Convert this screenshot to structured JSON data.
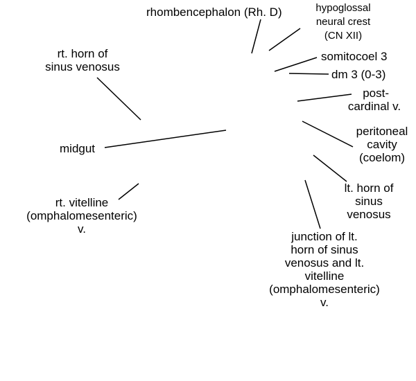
{
  "diagram": {
    "line_color": "#000000",
    "labels": {
      "rhombencephalon": [
        "rhombencephalon (Rh. D)"
      ],
      "hypoglossal": [
        "hypoglossal",
        "neural crest",
        "(CN XII)"
      ],
      "somitocoel": [
        "somitocoel 3"
      ],
      "dm3": [
        "dm 3 (0-3)"
      ],
      "postcardinal": [
        "post-",
        "cardinal v."
      ],
      "peritoneal": [
        "peritoneal",
        "cavity",
        "(coelom)"
      ],
      "lt_horn": [
        "lt. horn of",
        "sinus",
        "venosus"
      ],
      "junction": [
        "junction of lt.",
        "horn of sinus",
        "venosus and lt.",
        "vitelline",
        "(omphalomesenteric)",
        "v."
      ],
      "rt_horn": [
        "rt. horn of",
        "sinus venosus"
      ],
      "midgut": [
        "midgut"
      ],
      "rt_vitelline": [
        "rt. vitelline",
        "(omphalomesenteric)",
        "v."
      ]
    }
  }
}
